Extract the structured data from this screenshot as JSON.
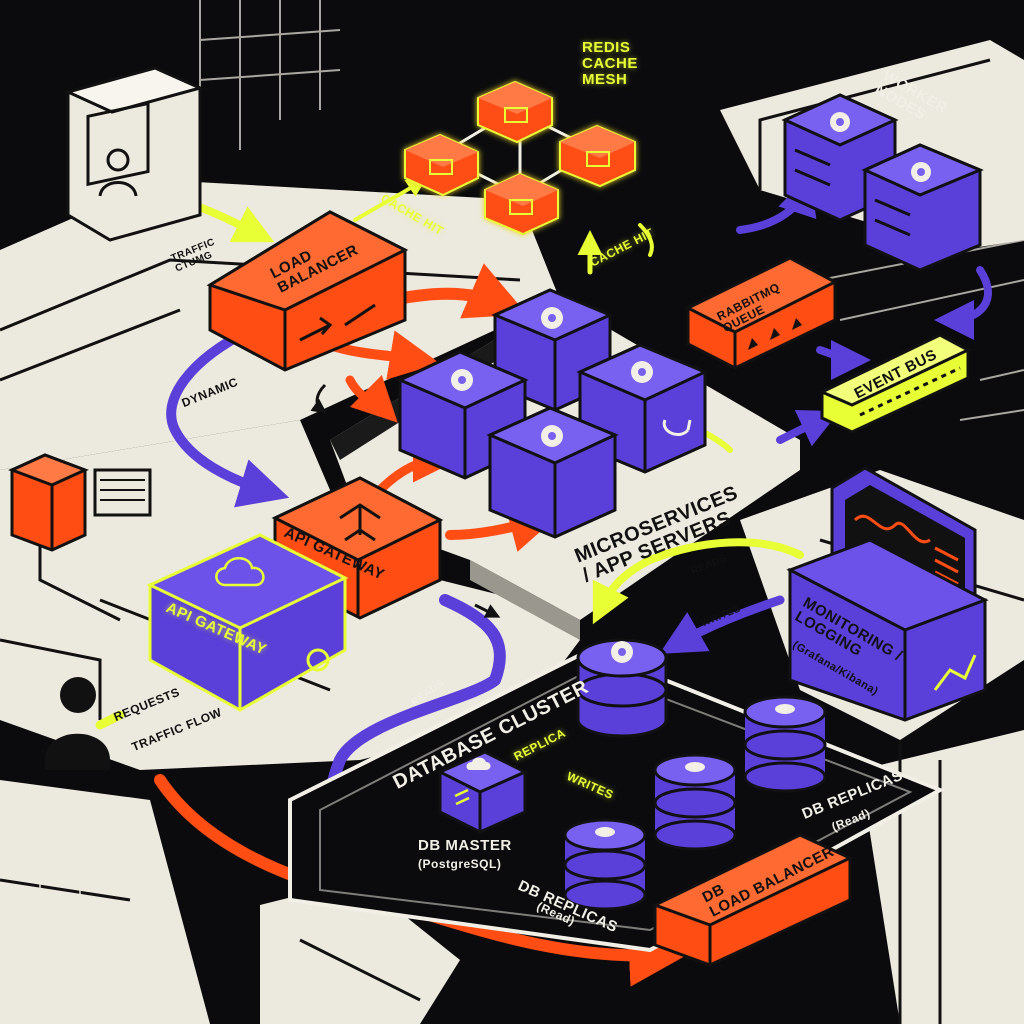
{
  "colors": {
    "background": "#0b0b0d",
    "ground": "#ece9df",
    "orange": "#ff4d14",
    "violet": "#5a3fd8",
    "neon": "#e8ff35",
    "ink": "#111111"
  },
  "labels": {
    "redis": "REDIS\nCACHE\nMESH",
    "worker_nodes": "WORKER\nNODES",
    "cache_hit_left": "CACHE HIT",
    "cache_hit_right": "CACHE HIT",
    "traffic_routing": "TRAFFIC\nCTUMG",
    "load_balancer": "LOAD\nBALANCER",
    "rabbitmq": "RABBITMQ\nQUEUE",
    "event_bus": "EVENT BUS",
    "dynamic": "DYNAMIC",
    "microservices": "MICROSERVICES\n/ APP SERVERS",
    "api_gateway_main": "API GATEWAY",
    "api_gateway_client": "API GATEWAY",
    "requests": "REQUESTS",
    "traffic_flow": "TRAFFIC FLOW",
    "reads_top": "READS",
    "writes_top": "WRITES",
    "monitoring_title": "MONITORING /\nLOGGING",
    "monitoring_sub": "(Grafana/Kibana)",
    "database_cluster": "DATABASE CLUSTER",
    "reads_pipe": "READS",
    "replica": "REPLICA",
    "writes_db": "WRITES",
    "db_master_title": "DB MASTER",
    "db_master_sub": "(PostgreSQL)",
    "db_replicas_right_title": "DB REPLICAS",
    "db_replicas_right_sub": "(Read)",
    "db_replicas_bottom_title": "DB REPLICAS",
    "db_replicas_bottom_sub": "(Read)",
    "db_load_balancer": "DB\nLOAD BALANCER"
  },
  "icons": [
    "user-icon",
    "gear-icon",
    "cloud-icon",
    "refresh-icon",
    "chart-icon",
    "recycle-icon",
    "split-arrows-icon",
    "stack-icon"
  ]
}
